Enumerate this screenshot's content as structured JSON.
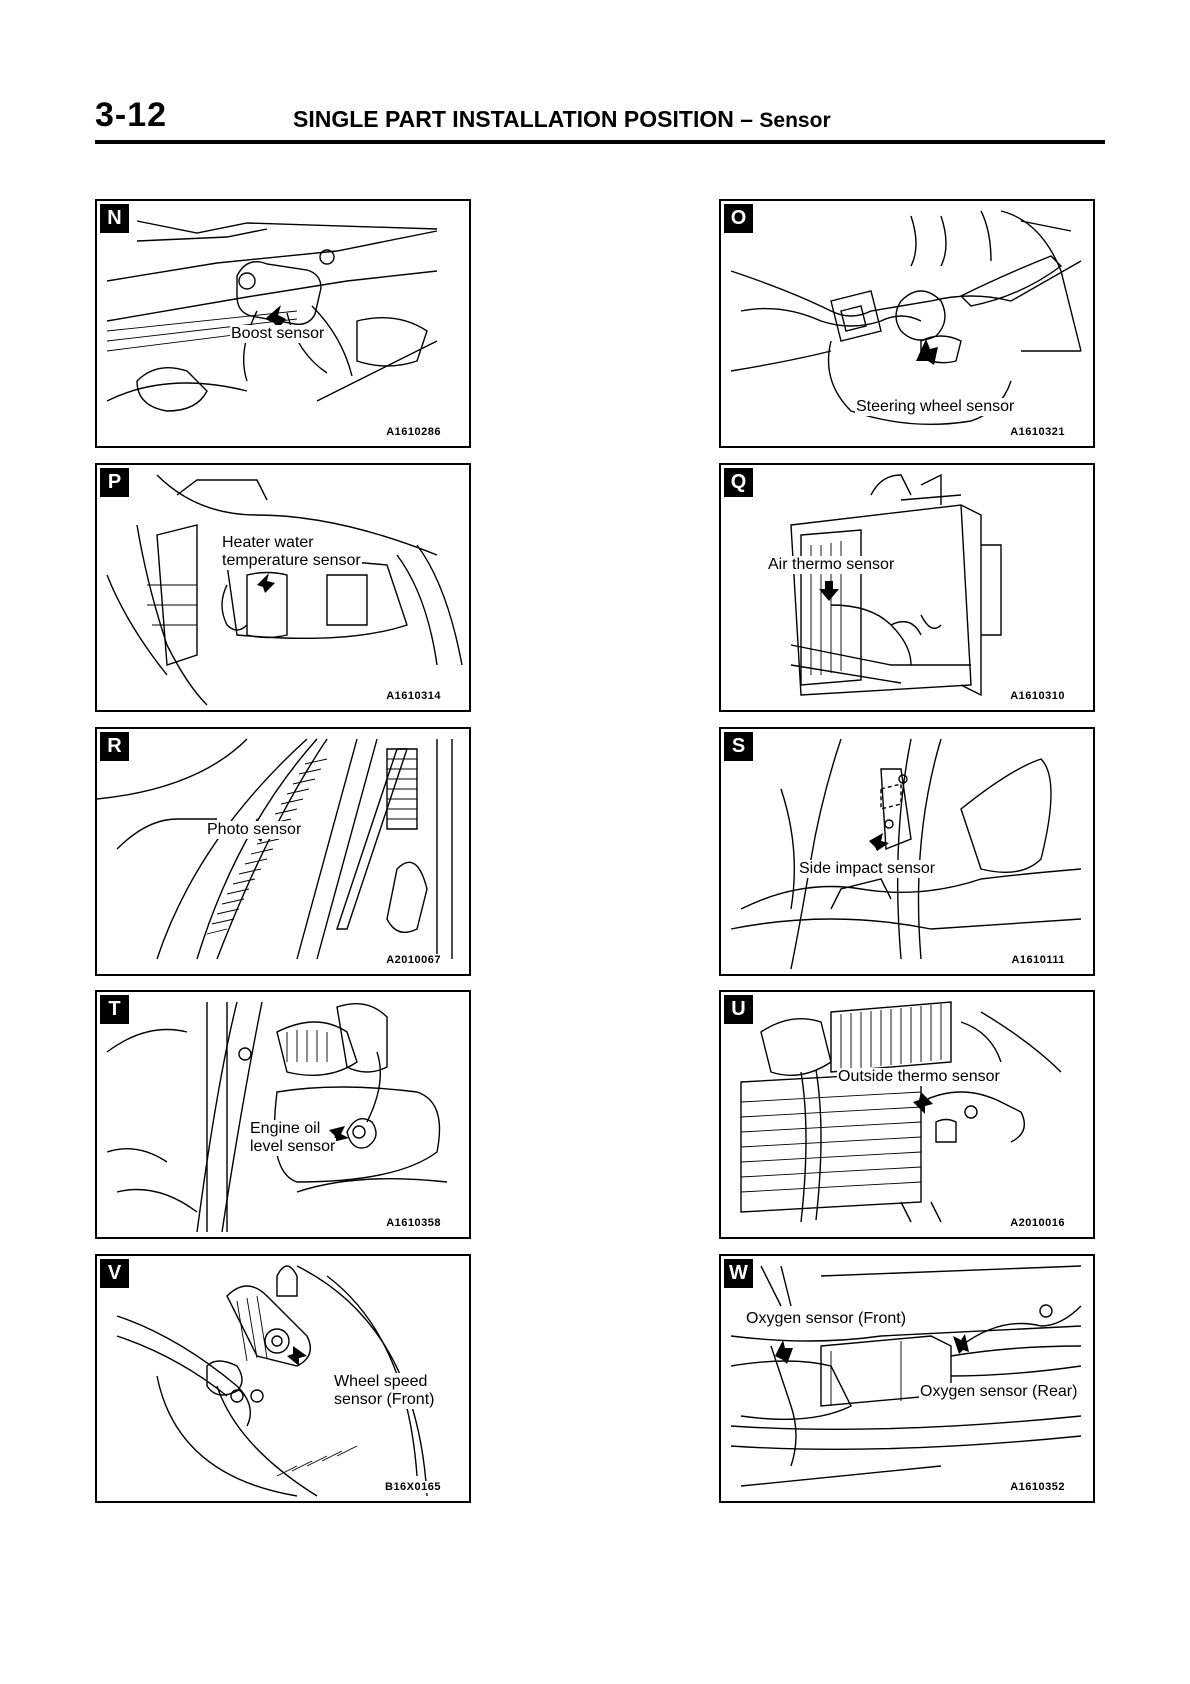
{
  "header": {
    "page_number": "3-12",
    "title": "SINGLE PART INSTALLATION POSITION",
    "separator": "–",
    "subtitle": "Sensor"
  },
  "panels": [
    {
      "letter": "N",
      "labels": [
        "Boost sensor"
      ],
      "code": "A1610286"
    },
    {
      "letter": "O",
      "labels": [
        "Steering wheel sensor"
      ],
      "code": "A1610321"
    },
    {
      "letter": "P",
      "labels": [
        "Heater water",
        "temperature sensor"
      ],
      "code": "A1610314"
    },
    {
      "letter": "Q",
      "labels": [
        "Air thermo sensor"
      ],
      "code": "A1610310"
    },
    {
      "letter": "R",
      "labels": [
        "Photo sensor"
      ],
      "code": "A2010067"
    },
    {
      "letter": "S",
      "labels": [
        "Side impact sensor"
      ],
      "code": "A1610111"
    },
    {
      "letter": "T",
      "labels": [
        "Engine oil",
        "level sensor"
      ],
      "code": "A1610358"
    },
    {
      "letter": "U",
      "labels": [
        "Outside thermo sensor"
      ],
      "code": "A2010016"
    },
    {
      "letter": "V",
      "labels": [
        "Wheel speed",
        "sensor (Front)"
      ],
      "code": "B16X0165"
    },
    {
      "letter": "W",
      "labels": [
        "Oxygen sensor (Front)",
        "Oxygen sensor (Rear)"
      ],
      "code": "A1610352"
    }
  ]
}
